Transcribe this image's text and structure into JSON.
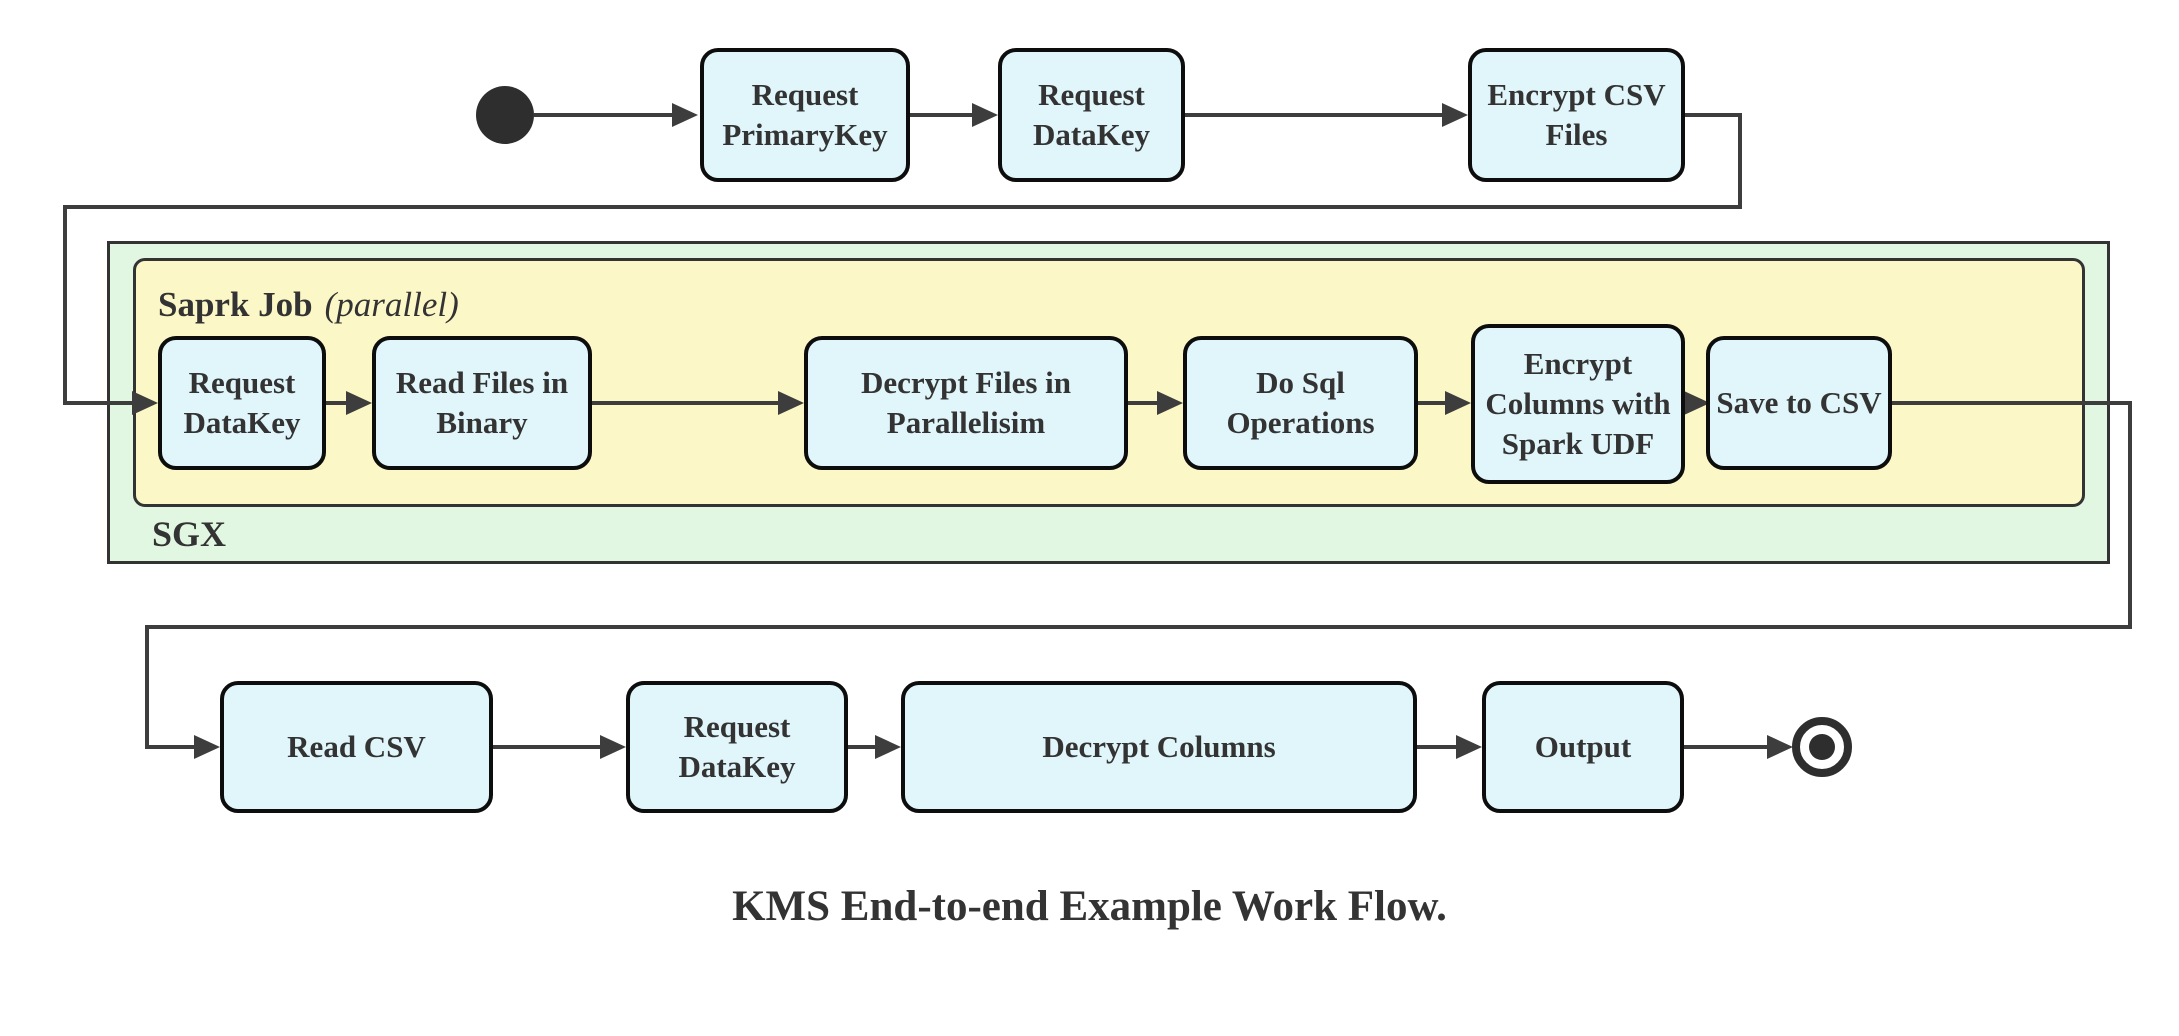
{
  "caption": "KMS End-to-end Example Work Flow.",
  "colors": {
    "state_fill": "#E0F6FA",
    "state_border": "#0D0D0D",
    "sgx_fill": "#E2F7E2",
    "spark_fill": "#FBF7C6",
    "container_border": "#333333",
    "wire": "#3D3D3D",
    "text": "#333333"
  },
  "containers": {
    "sgx": {
      "label": "SGX"
    },
    "spark_job": {
      "label": "Saprk Job",
      "qualifier": "(parallel)"
    }
  },
  "nodes": {
    "top_row": {
      "request_primarykey": "Request PrimaryKey",
      "request_datakey": "Request DataKey",
      "encrypt_csv_files": "Encrypt CSV Files"
    },
    "spark_row": {
      "request_datakey": "Request DataKey",
      "read_files_in_binary": "Read Files in Binary",
      "decrypt_files_in_parallelisim": "Decrypt Files in Parallelisim",
      "do_sql_operations": "Do Sql Operations",
      "encrypt_columns_with_spark_udf": "Encrypt Columns with Spark UDF",
      "save_to_csv": "Save to CSV"
    },
    "bottom_row": {
      "read_csv": "Read CSV",
      "request_datakey": "Request DataKey",
      "decrypt_columns": "Decrypt Columns",
      "output": "Output"
    }
  }
}
